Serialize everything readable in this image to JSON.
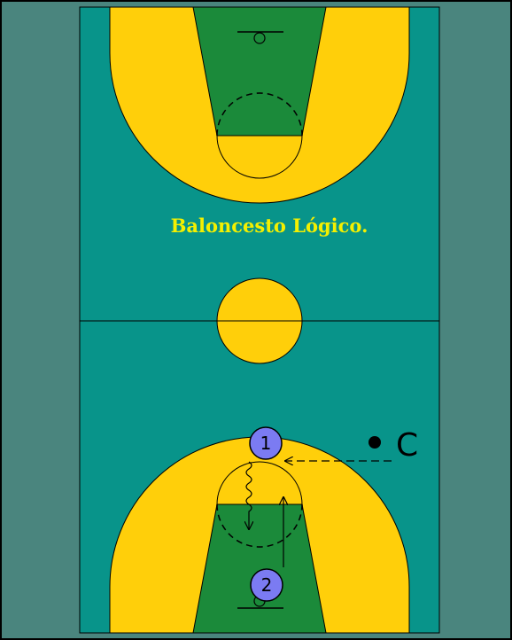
{
  "title": "Baloncesto Lógico.",
  "colors": {
    "frame": "#4A857E",
    "court": "#08948A",
    "arc": "#FFCF0A",
    "paint": "#1B8A3A",
    "line": "#000000",
    "title": "#F4F000",
    "player_fill": "#7B7BF2"
  },
  "players": [
    {
      "label": "1"
    },
    {
      "label": "2"
    }
  ],
  "coach": {
    "label": "C"
  }
}
